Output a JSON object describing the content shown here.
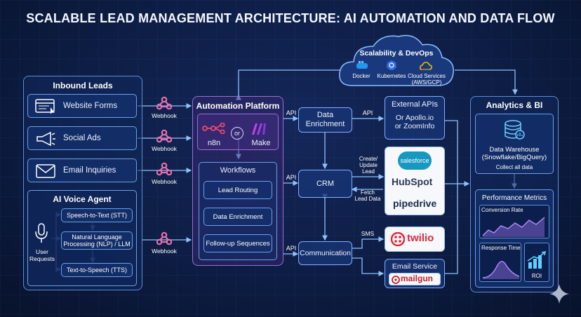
{
  "title": "SCALABLE LEAD MANAGEMENT ARCHITECTURE: AI AUTOMATION AND DATA FLOW",
  "devops": {
    "title": "Scalability & DevOps",
    "items": [
      "Docker",
      "Kubernetes",
      "Cloud Services\n(AWS/GCP)"
    ]
  },
  "inbound": {
    "title": "Inbound Leads",
    "items": [
      "Website Forms",
      "Social Ads",
      "Email Inquiries"
    ]
  },
  "voice": {
    "title": "AI Voice Agent",
    "steps": [
      "Speech-to-Text (STT)",
      "Natural Language\nProcessing (NLP) / LLM",
      "Text-to-Speech (TTS)"
    ],
    "user": "User\nRequests"
  },
  "webhook": "Webhook",
  "automation": {
    "title": "Automation Platform",
    "n8n": "n8n",
    "or": "or",
    "make": "Make",
    "workflows_title": "Workflows",
    "workflows": [
      "Lead Routing",
      "Data Enrichment",
      "Follow-up Sequences"
    ]
  },
  "api": "API",
  "middle": {
    "enrichment": "Data\nEnrichment",
    "crm": "CRM",
    "communication": "Communication"
  },
  "external": {
    "title": "External APIs",
    "body": "Or Apollo.io\nor ZoomInfo"
  },
  "crm_side": {
    "create": "Create/\nUpdate\nLead",
    "fetch": "Fetch\nLead Data",
    "sms": "SMS",
    "brands": [
      "salesforce",
      "HubSpot",
      "pipedrive"
    ],
    "twilio": "twilio",
    "email_title": "Email Service",
    "mailgun": "mailgun"
  },
  "analytics": {
    "title": "Analytics & BI",
    "dw_title": "Data Warehouse\n(Snowflake/BigQuery)",
    "dw_sub": "Collect all data",
    "perf_title": "Performance Metrics",
    "conversion": "Conversion Rate",
    "response": "Response Time",
    "roi": "ROI"
  },
  "colors": {
    "accent": "#5a8fd8",
    "purple": "#9b6ddc",
    "twilio": "#e0283a",
    "salesforce": "#1798c1",
    "hubspot": "#ff7a59"
  }
}
